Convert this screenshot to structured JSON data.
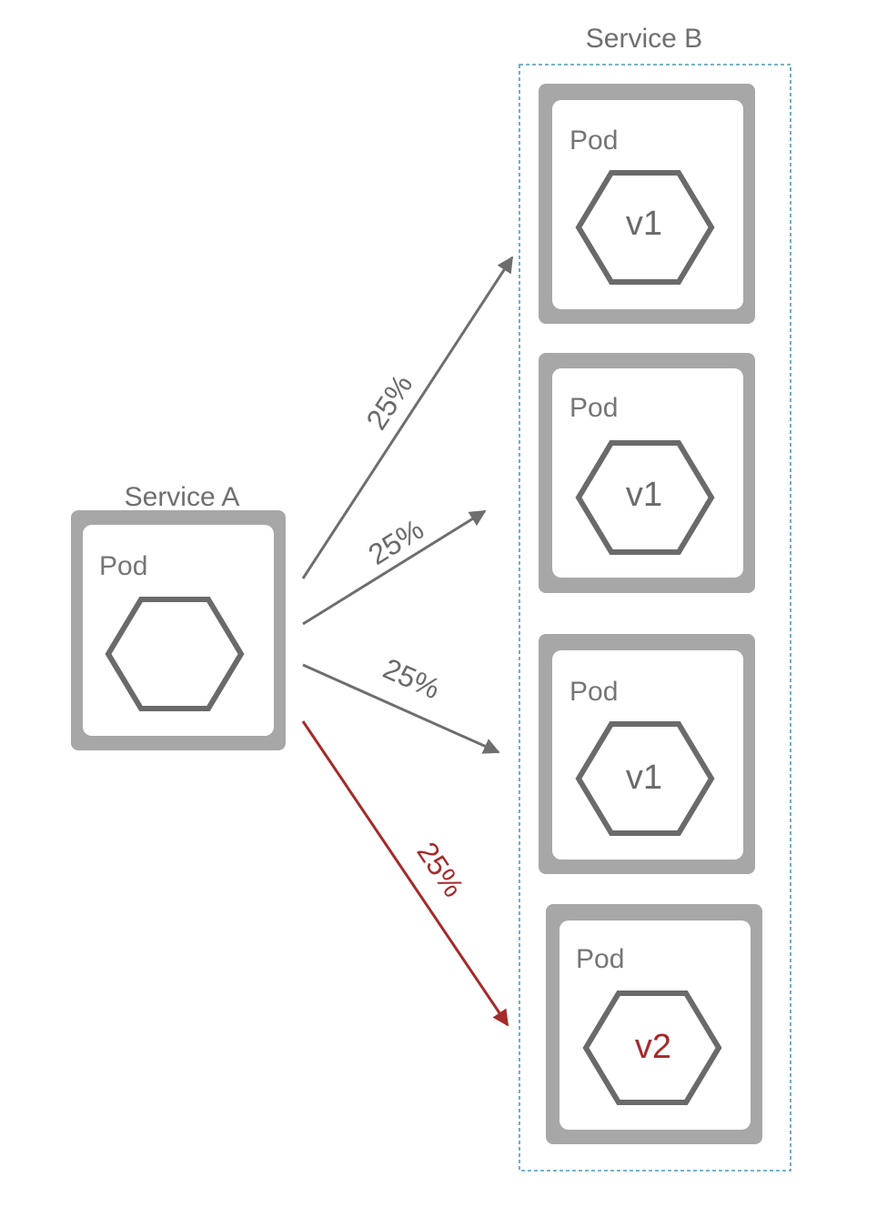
{
  "service_a": {
    "title": "Service A",
    "pod_label": "Pod"
  },
  "service_b": {
    "title": "Service B",
    "pods": [
      {
        "label": "Pod",
        "version": "v1"
      },
      {
        "label": "Pod",
        "version": "v1"
      },
      {
        "label": "Pod",
        "version": "v1"
      },
      {
        "label": "Pod",
        "version": "v2"
      }
    ]
  },
  "routes": [
    {
      "label": "25%"
    },
    {
      "label": "25%"
    },
    {
      "label": "25%"
    },
    {
      "label": "25%"
    }
  ],
  "colors": {
    "pod_frame": "#a7a7a7",
    "hexagon": "#6a6a6a",
    "arrow": "#6e6e6e",
    "highlight": "#a52a2a",
    "service_b_border": "#4a9ab8"
  }
}
